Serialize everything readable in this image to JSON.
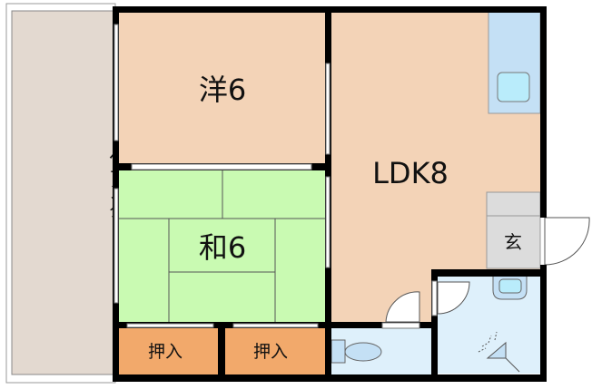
{
  "floorplan": {
    "rooms": {
      "veranda": "ベランダ",
      "western_room": "洋6",
      "japanese_room": "和6",
      "ldk": "LDK8",
      "closet_1": "押入",
      "closet_2": "押入",
      "entrance": "玄"
    },
    "colors": {
      "veranda": "#e3d9d0",
      "western_room": "#f3d3b7",
      "japanese_room": "#c9fab2",
      "ldk": "#f3d3b7",
      "closet": "#f2a96b",
      "wet_area": "#def0fb",
      "kitchen": "#c4e0f5",
      "entrance": "#dcdcdc",
      "wall": "#000000"
    }
  }
}
